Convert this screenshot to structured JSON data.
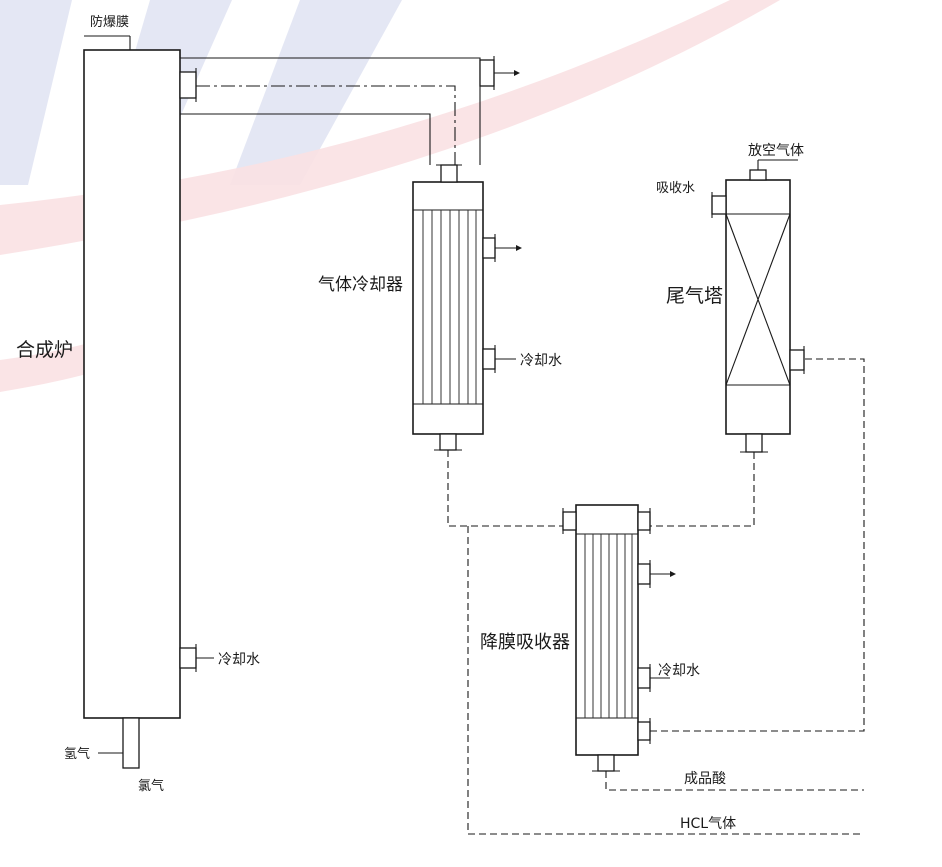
{
  "labels": {
    "rupture_disc": "防爆膜",
    "synthesis_furnace": "合成炉",
    "cooling_water_furnace": "冷却水",
    "hydrogen": "氢气",
    "chlorine": "氯气",
    "gas_cooler": "气体冷却器",
    "cooling_water_cooler": "冷却水",
    "vent_gas": "放空气体",
    "absorb_water": "吸收水",
    "tail_tower": "尾气塔",
    "film_absorber": "降膜吸收器",
    "cooling_water_absorber": "冷却水",
    "product_acid": "成品酸",
    "hcl_gas": "HCL气体"
  },
  "colors": {
    "line": "#1a1a1a",
    "watermark_blue": "#dfe3f2",
    "watermark_red": "#f9e1e3"
  }
}
